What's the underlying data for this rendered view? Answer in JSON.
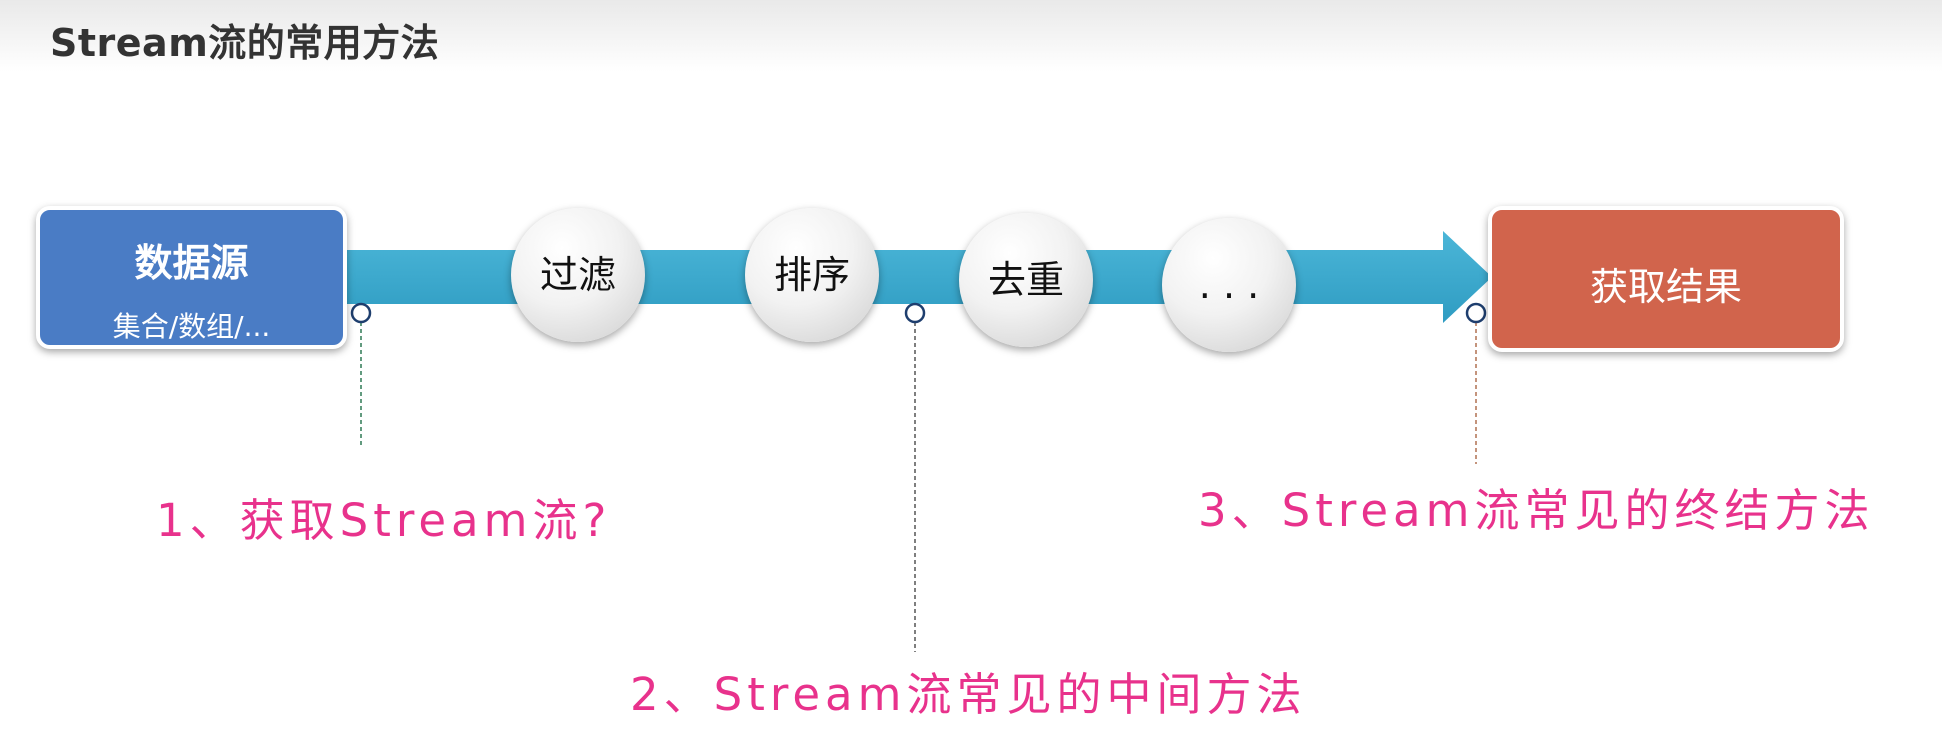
{
  "title": "Stream流的常用方法",
  "source": {
    "title": "数据源",
    "subtitle": "集合/数组/..."
  },
  "steps": [
    {
      "label": "过滤"
    },
    {
      "label": "排序"
    },
    {
      "label": "去重"
    },
    {
      "label": ". . ."
    }
  ],
  "result": {
    "label": "获取结果"
  },
  "annotations": [
    {
      "text": "1、获取Stream流?"
    },
    {
      "text": "2、Stream流常见的中间方法"
    },
    {
      "text": "3、Stream流常见的终结方法"
    }
  ],
  "colors": {
    "arrow": "#3eacd0",
    "source_box": "#4a7cc5",
    "result_box": "#d1644c",
    "annotation_text": "#e8328c",
    "connector_marker": "#1e3e6e"
  }
}
